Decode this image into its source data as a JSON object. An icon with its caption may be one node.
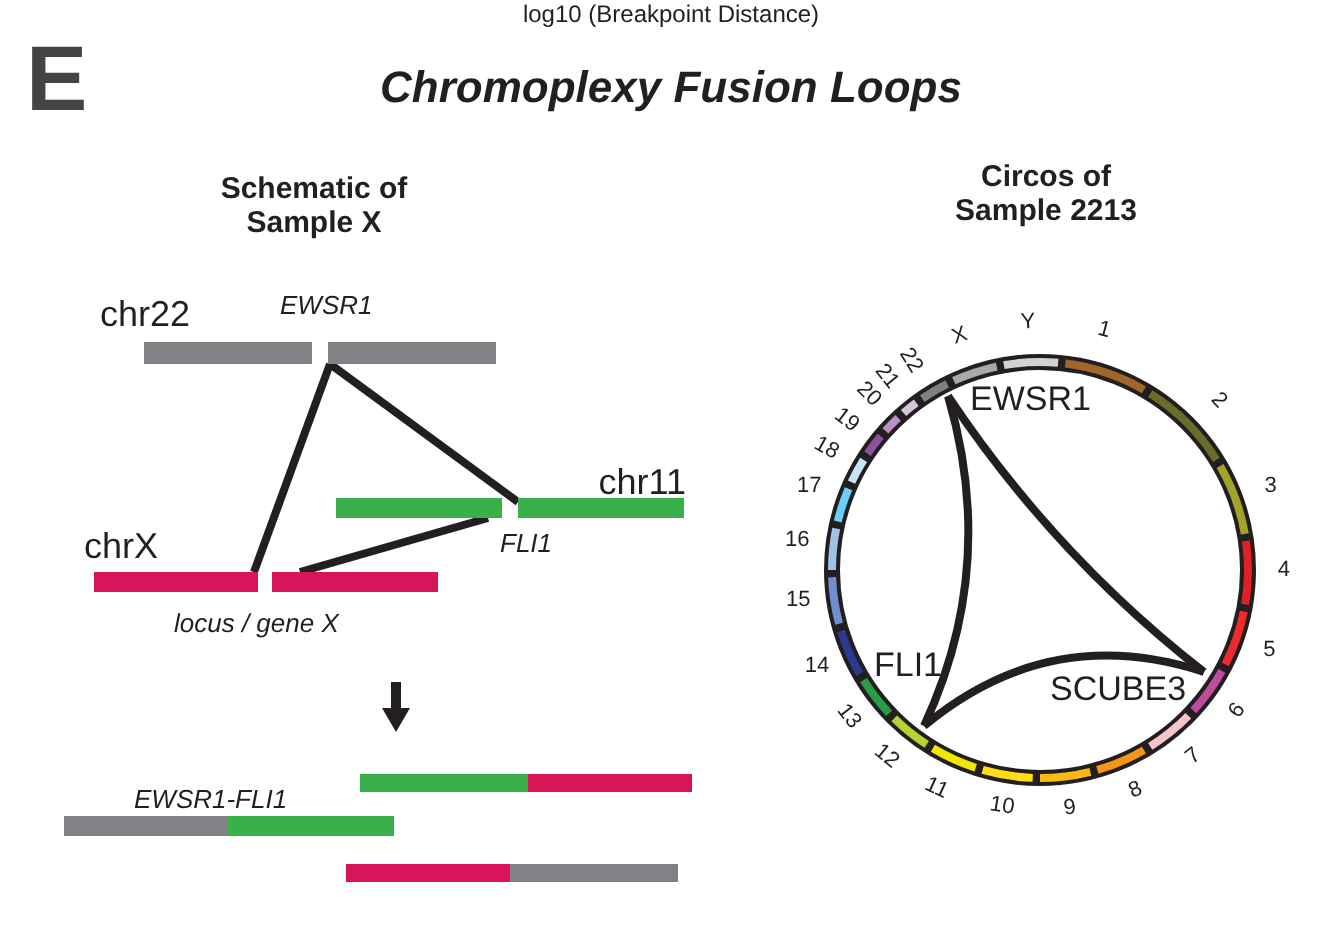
{
  "diagram": {
    "title": "Chromoplexy Fusion Loops",
    "nodes": [
      {
        "text": [
          "chr22"
        ]
      },
      {
        "text": [
          "EWSR1"
        ]
      },
      {
        "text": [
          "FLI1"
        ]
      },
      {
        "text": [
          "chr11"
        ]
      },
      {
        "text": [
          "chrX"
        ]
      },
      {
        "text": [
          "locus / gene X"
        ]
      },
      {
        "text": [],
        "shape": "bar"
      },
      {
        "text": [
          "EWSR1-FLI1"
        ]
      },
      {
        "text": [],
        "shape": "bar"
      },
      {
        "text": [
          "EWSR1"
        ]
      },
      {
        "text": [
          "FLI1"
        ]
      },
      {
        "text": [
          "SCUBE3"
        ]
      }
    ],
    "edges": [
      {
        "from": 1,
        "to": 4,
        "arrow": "none"
      },
      {
        "from": 1,
        "to": 3,
        "arrow": "none"
      },
      {
        "from": 2,
        "to": 5,
        "arrow": "none"
      },
      {
        "from": 9,
        "to": 10,
        "arrow": "none"
      },
      {
        "from": 9,
        "to": 11,
        "arrow": "none"
      },
      {
        "from": 10,
        "to": 11,
        "arrow": "none"
      }
    ],
    "labels": [
      "log10 (Breakpoint Distance)",
      "E",
      "Schematic of Sample X",
      "Circos of Sample 2213",
      "1",
      "2",
      "3",
      "4",
      "5",
      "6",
      "7",
      "8",
      "9",
      "10",
      "11",
      "12",
      "13",
      "14",
      "15",
      "16",
      "17",
      "18",
      "19",
      "20",
      "21",
      "22",
      "X",
      "Y"
    ]
  }
}
